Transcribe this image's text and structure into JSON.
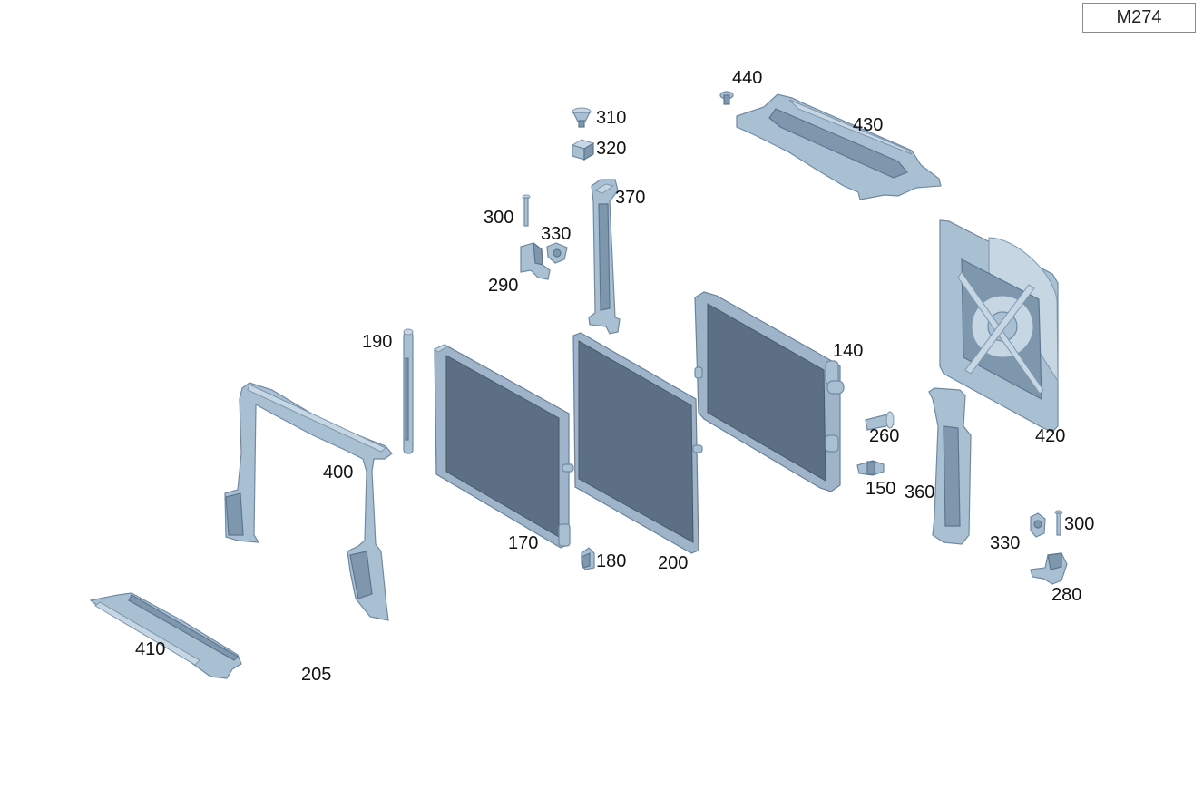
{
  "engine_code": "M274",
  "parts": [
    {
      "id": "p440",
      "number": "440"
    },
    {
      "id": "p430",
      "number": "430"
    },
    {
      "id": "p310",
      "number": "310"
    },
    {
      "id": "p320",
      "number": "320"
    },
    {
      "id": "p370",
      "number": "370"
    },
    {
      "id": "p300a",
      "number": "300"
    },
    {
      "id": "p330a",
      "number": "330"
    },
    {
      "id": "p290",
      "number": "290"
    },
    {
      "id": "p190",
      "number": "190"
    },
    {
      "id": "p140",
      "number": "140"
    },
    {
      "id": "p260",
      "number": "260"
    },
    {
      "id": "p420",
      "number": "420"
    },
    {
      "id": "p400",
      "number": "400"
    },
    {
      "id": "p150",
      "number": "150"
    },
    {
      "id": "p360",
      "number": "360"
    },
    {
      "id": "p300b",
      "number": "300"
    },
    {
      "id": "p330b",
      "number": "330"
    },
    {
      "id": "p170",
      "number": "170"
    },
    {
      "id": "p180",
      "number": "180"
    },
    {
      "id": "p200",
      "number": "200"
    },
    {
      "id": "p280",
      "number": "280"
    },
    {
      "id": "p410",
      "number": "410"
    },
    {
      "id": "p205",
      "number": "205"
    }
  ]
}
